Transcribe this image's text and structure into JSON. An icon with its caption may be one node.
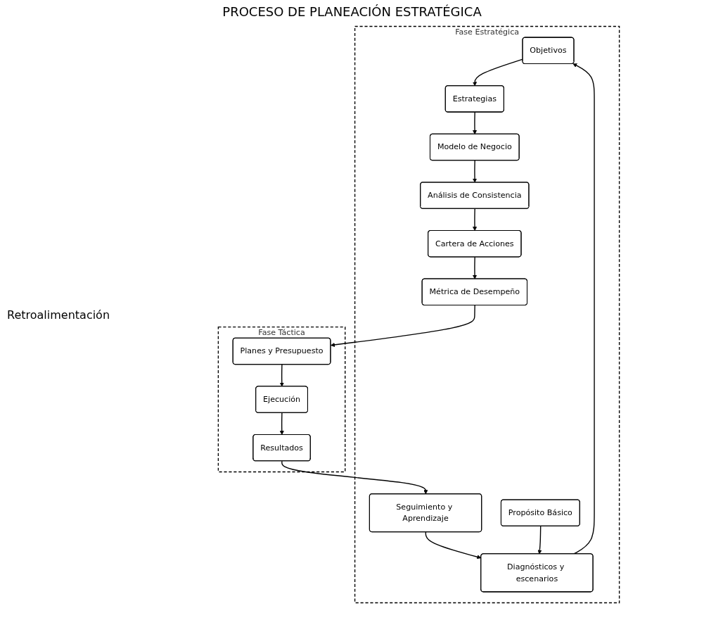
{
  "diagram": {
    "title": "PROCESO DE PLANEACIÓN ESTRATÉGICA",
    "nodes": [
      {
        "text": [
          "Fase Estratégica"
        ]
      },
      {
        "text": [
          "Objetivos"
        ],
        "in": 0
      },
      {
        "text": [
          "Estrategias"
        ],
        "in": 0
      },
      {
        "text": [
          "Modelo de Negocio"
        ],
        "in": 0
      },
      {
        "text": [
          "Diagnósticos y escenarios"
        ],
        "in": 0
      },
      {
        "text": [
          "Propósito Básico"
        ],
        "in": 0
      },
      {
        "text": [
          "Análisis de Consistencia"
        ],
        "in": 0
      },
      {
        "text": [
          "Seguimiento y Aprendizaje"
        ],
        "in": 0
      },
      {
        "text": [
          "Métrica de Desempeño"
        ],
        "in": 0
      },
      {
        "text": [
          "Cartera de Acciones"
        ],
        "in": 0
      },
      {
        "text": [
          "Fase Táctica"
        ]
      },
      {
        "text": [
          "Resultados"
        ],
        "in": 10
      },
      {
        "text": [
          "Ejecución"
        ],
        "in": 10
      },
      {
        "text": [
          "Planes y Presupuesto"
        ],
        "in": 10
      }
    ],
    "edges": [
      {
        "from": 1,
        "to": 2,
        "arrow": "to"
      },
      {
        "from": 2,
        "to": 3,
        "arrow": "to"
      },
      {
        "from": 3,
        "to": 6,
        "arrow": "to"
      },
      {
        "from": 6,
        "to": 9,
        "arrow": "to"
      },
      {
        "from": 9,
        "to": 8,
        "arrow": "to"
      },
      {
        "from": 8,
        "to": 13,
        "arrow": "to"
      },
      {
        "from": 13,
        "to": 12,
        "arrow": "to"
      },
      {
        "from": 12,
        "to": 11,
        "arrow": "to"
      },
      {
        "from": 11,
        "to": 7,
        "arrow": "to"
      },
      {
        "from": 7,
        "to": 4,
        "arrow": "to"
      },
      {
        "from": 5,
        "to": 4,
        "arrow": "to"
      },
      {
        "from": 4,
        "to": 1,
        "arrow": "to"
      }
    ],
    "labels": [
      "Retroalimentación"
    ]
  }
}
